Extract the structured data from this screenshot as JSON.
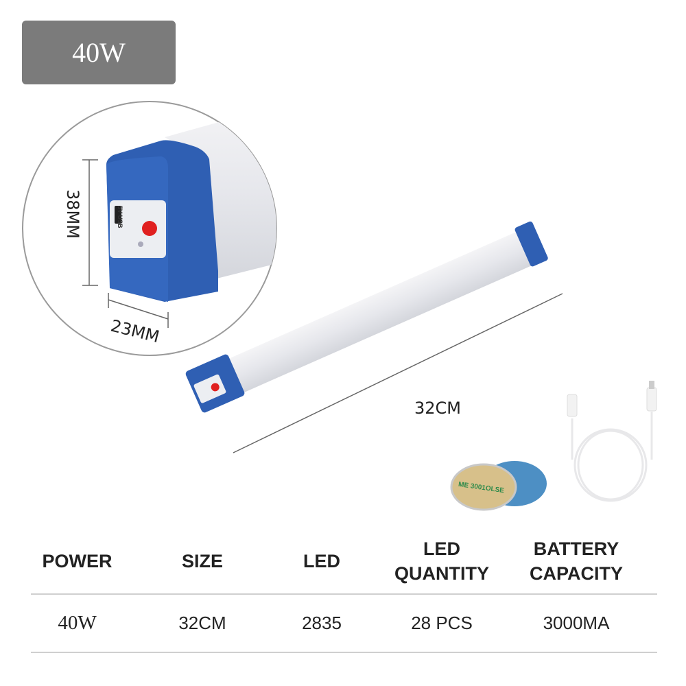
{
  "badge": {
    "label": "40W",
    "color": "#7b7b7b"
  },
  "dimensions": {
    "height": "38MM",
    "width": "23MM",
    "length": "32CM"
  },
  "product": {
    "port_label": "5V USB",
    "cap_color": "#2f5fb3",
    "button_color": "#e02020"
  },
  "accessories": {
    "sticker_text": "ME 3001OLSE"
  },
  "table": {
    "headers": [
      "POWER",
      "SIZE",
      "LED",
      "LED QUANTITY",
      "BATTERY CAPACITY"
    ],
    "values": [
      "40W",
      "32CM",
      "2835",
      "28 PCS",
      "3000MA"
    ]
  }
}
